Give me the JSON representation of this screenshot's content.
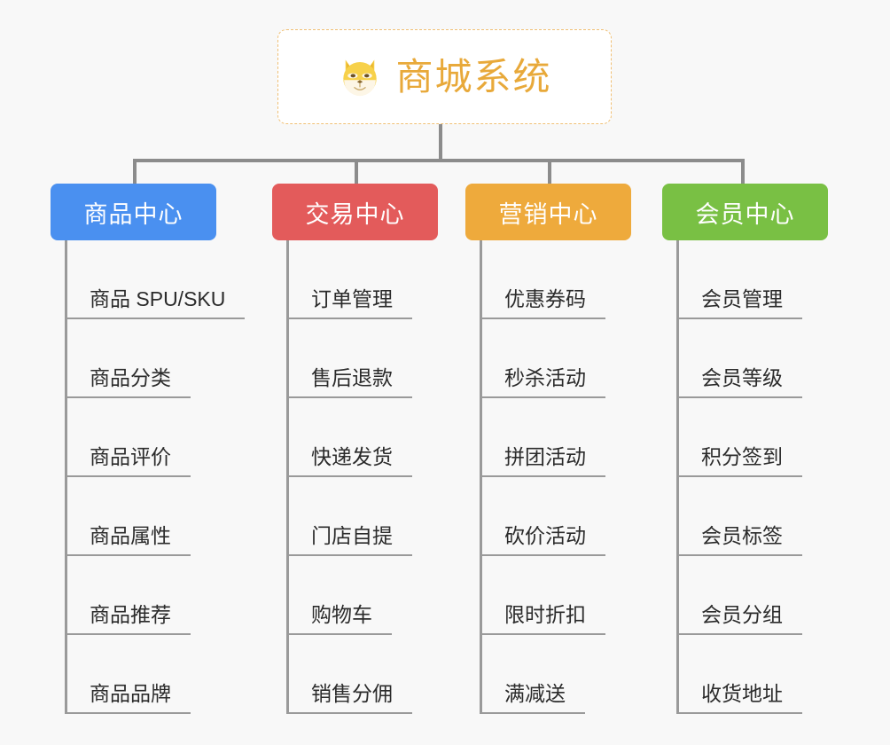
{
  "diagram": {
    "type": "org-tree",
    "background_color": "#f8f8f8",
    "connector_color": "#8c8c8c",
    "root": {
      "title": "商城系统",
      "icon": "shiba-dog-icon",
      "text_color": "#e8a93a",
      "border_color": "#f0c075",
      "background_color": "#ffffff"
    },
    "branches": [
      {
        "label": "商品中心",
        "color": "#4a90f0",
        "items": [
          "商品 SPU/SKU",
          "商品分类",
          "商品评价",
          "商品属性",
          "商品推荐",
          "商品品牌"
        ]
      },
      {
        "label": "交易中心",
        "color": "#e35b5b",
        "items": [
          "订单管理",
          "售后退款",
          "快递发货",
          "门店自提",
          "购物车",
          "销售分佣"
        ]
      },
      {
        "label": "营销中心",
        "color": "#eeaa3c",
        "items": [
          "优惠券码",
          "秒杀活动",
          "拼团活动",
          "砍价活动",
          "限时折扣",
          "满减送"
        ]
      },
      {
        "label": "会员中心",
        "color": "#79c044",
        "items": [
          "会员管理",
          "会员等级",
          "积分签到",
          "会员标签",
          "会员分组",
          "收货地址"
        ]
      }
    ]
  }
}
